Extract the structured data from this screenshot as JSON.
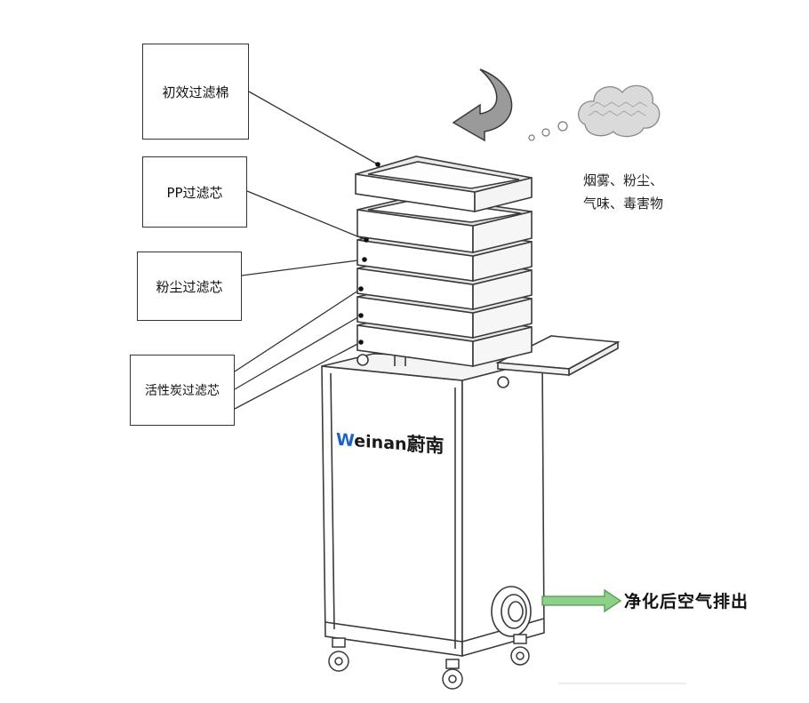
{
  "diagram": {
    "labels": {
      "pre_filter": "初效过滤棉",
      "pp_filter": "PP过滤芯",
      "dust_filter": "粉尘过滤芯",
      "carbon_filter": "活性炭过滤芯"
    },
    "pollutants": {
      "line1": "烟雾、粉尘、",
      "line2": "气味、毒害物"
    },
    "outlet": "净化后空气排出",
    "brand": {
      "latin_first": "W",
      "latin_rest": "einan",
      "chinese": "蔚南",
      "accent_color": "#1d63c4"
    },
    "colors": {
      "outline": "#3a3a3a",
      "outlet_arrow": "#8ed08a",
      "smoke_cloud": "#d8d8d8"
    }
  }
}
